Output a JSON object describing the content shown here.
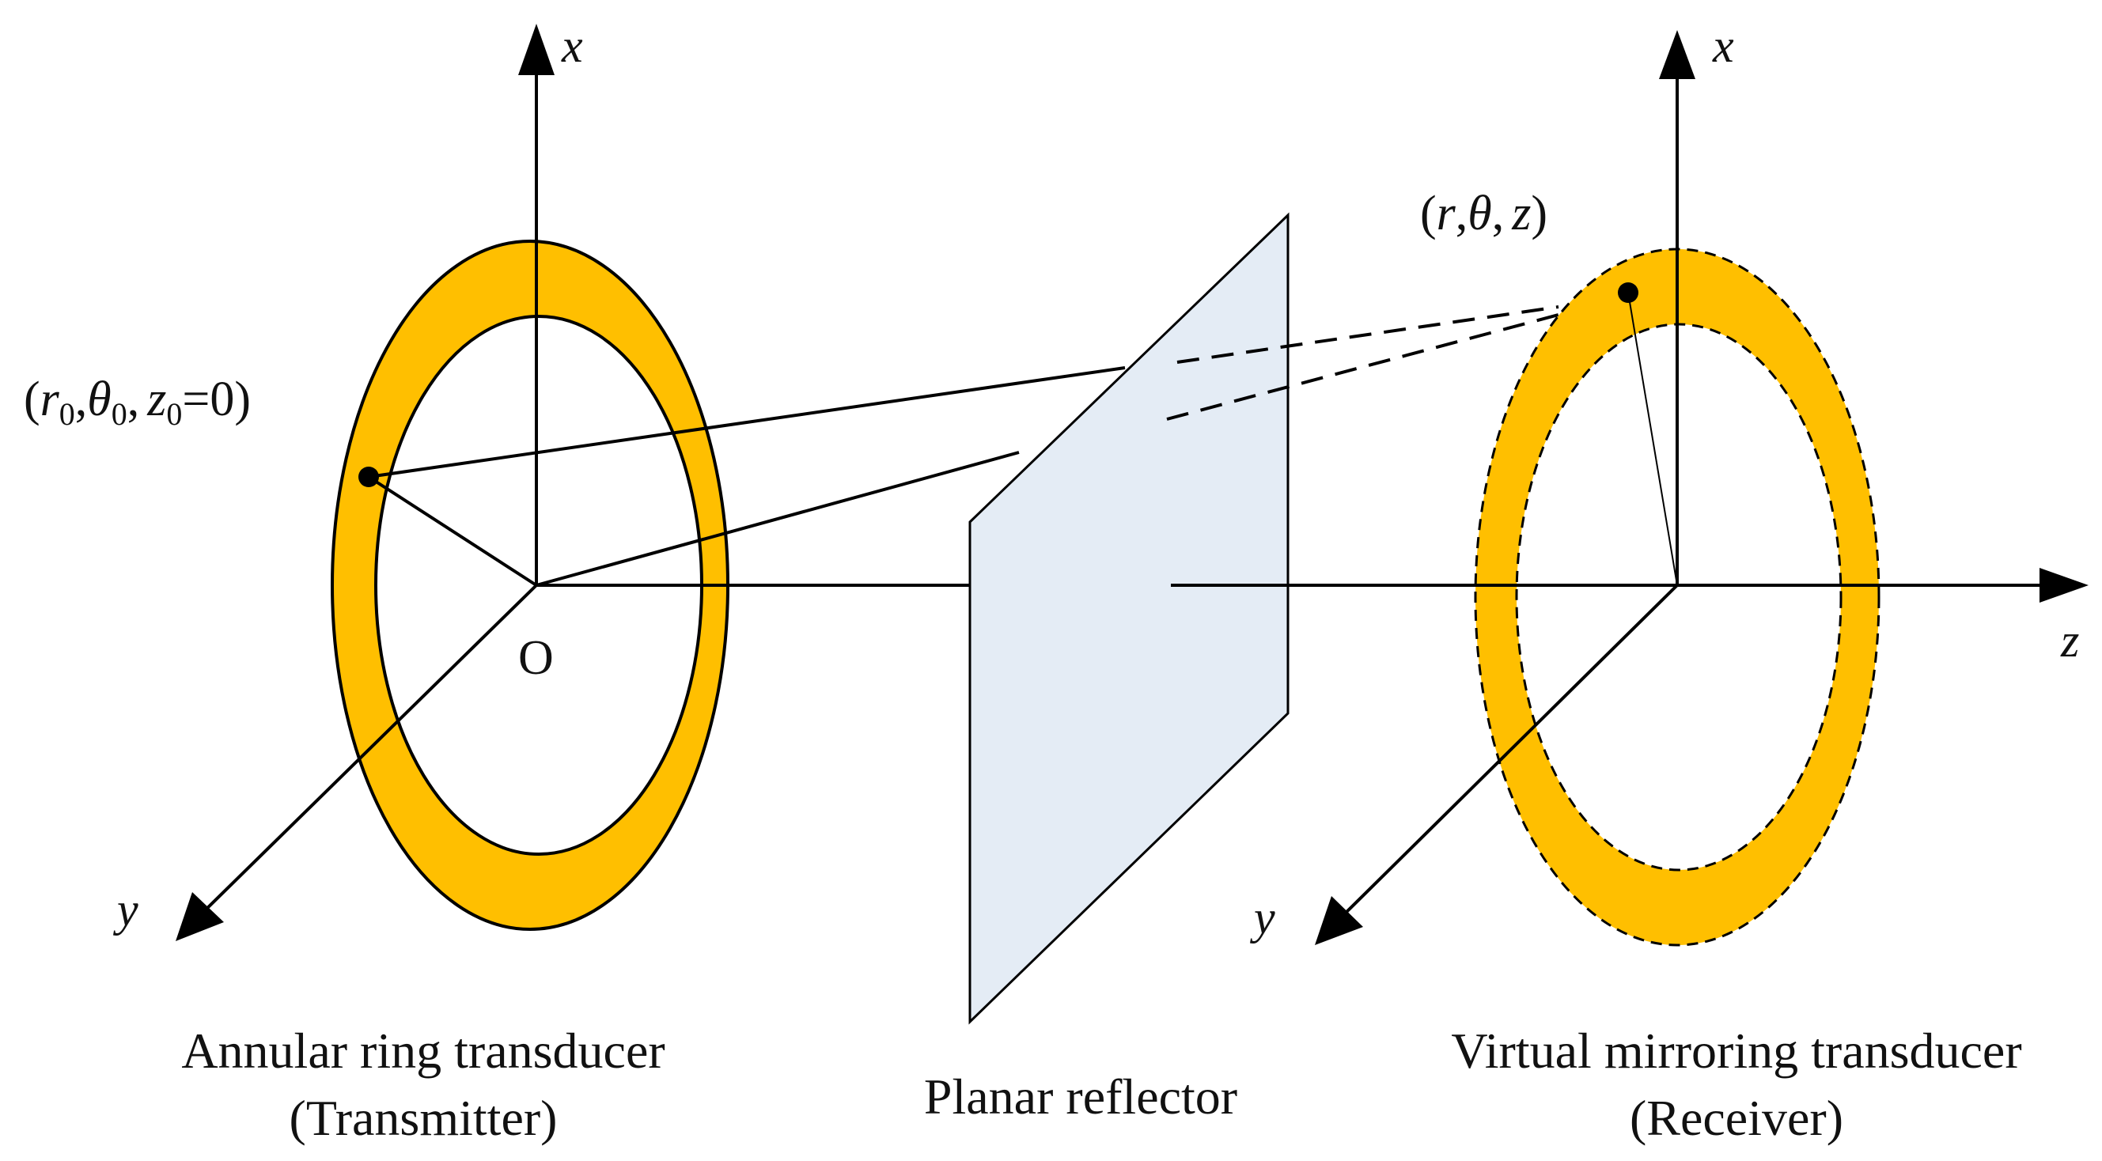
{
  "colors": {
    "ring_fill": "#FFBF00",
    "reflector_fill": "#E4ECF5",
    "stroke": "#000000"
  },
  "left_system": {
    "axis_x_label": "x",
    "axis_y_label": "y",
    "origin_label": "O",
    "source_point": {
      "r": "r",
      "r_sub": "0",
      "theta": "θ",
      "theta_sub": "0",
      "z": "z",
      "z_sub": "0",
      "equals_value": "=0)",
      "open_paren": "(",
      "comma": ","
    },
    "caption_line1": "Annular ring transducer",
    "caption_line2": "(Transmitter)"
  },
  "reflector": {
    "caption": "Planar reflector"
  },
  "right_system": {
    "axis_x_label": "x",
    "axis_y_label": "y",
    "axis_z_label": "z",
    "field_point": {
      "open_paren": "(",
      "r": "r",
      "comma1": ",",
      "theta": "θ",
      "comma2": ",",
      "z": "z",
      "close_paren": ")"
    },
    "caption_line1": "Virtual mirroring transducer",
    "caption_line2": "(Receiver)"
  }
}
